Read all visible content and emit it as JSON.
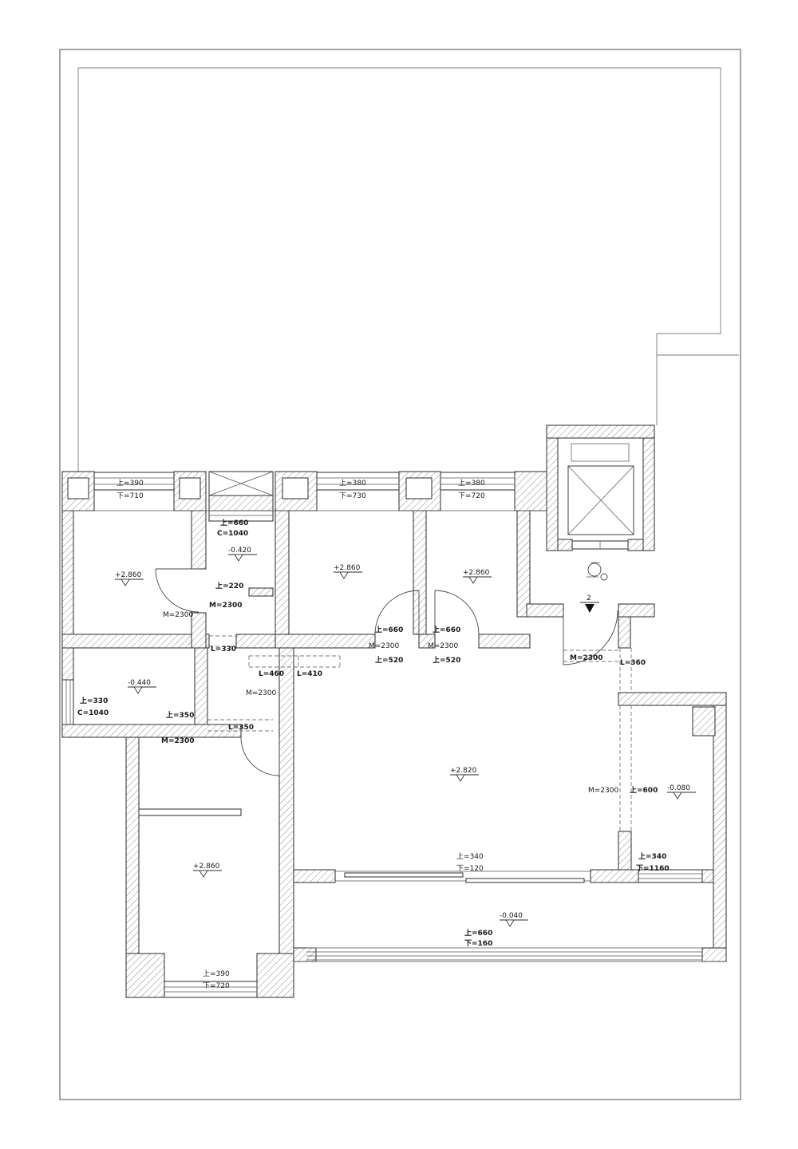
{
  "drawing": {
    "type": "residential floor plan with dimension annotations",
    "line_color": "#2b2b2b",
    "background": "#ffffff"
  },
  "labels": {
    "win_top1_a": "上=390",
    "win_top1_b": "下=710",
    "win_top2_a": "上=380",
    "win_top2_b": "下=730",
    "win_top3_a": "上=380",
    "win_top3_b": "下=720",
    "shaft_a": "上=660",
    "shaft_b": "C=1040",
    "sill_220": "上=220",
    "m2300_1": "M=2300",
    "m2300_2": "M=2300",
    "d2_a": "上=660",
    "d2_b": "M=2300",
    "d2_c": "上=520",
    "d3_a": "上=660",
    "d3_b": "M=2300",
    "d3_c": "上=520",
    "l330": "L=330",
    "l460": "L=460",
    "l410": "L=410",
    "m2300_3": "M=2300",
    "entry_m": "M=2300",
    "l360": "L=360",
    "win_left_a": "上=330",
    "win_left_b": "C=1040",
    "sill_350": "上=350",
    "l350": "L=350",
    "m2300_4": "M=2300",
    "m2300_5": "M=2300",
    "up600": "上=600",
    "bal_door_a": "上=340",
    "bal_door_b": "下=120",
    "win_right_a": "上=340",
    "win_right_b": "下=1160",
    "rail_a": "上=660",
    "rail_b": "下=160",
    "win_bot_a": "上=390",
    "win_bot_b": "下=720",
    "section_no": "2"
  },
  "elevations": {
    "shaft": "-0.420",
    "room1": "+2.860",
    "room2": "+2.860",
    "room3": "+2.860",
    "left_platform": "-0.440",
    "living": "+2.820",
    "right_room": "-0.080",
    "balcony": "-0.040",
    "room4": "+2.860"
  }
}
